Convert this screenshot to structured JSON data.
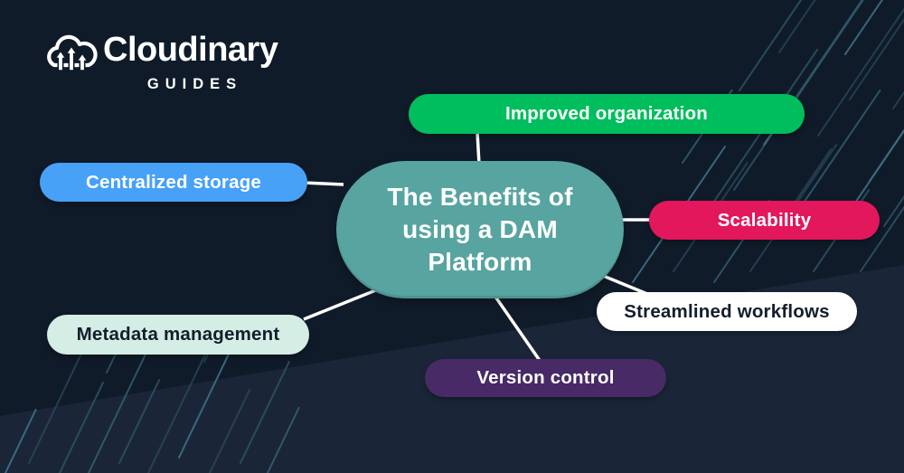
{
  "brand": {
    "name": "Cloudinary",
    "subtitle": "GUIDES",
    "logo_icon": "cloud-upload-icon"
  },
  "diagram": {
    "center": {
      "label": "The Benefits of using a DAM Platform",
      "lines": [
        "The Benefits of",
        "using a DAM",
        "Platform"
      ],
      "color": "#57a4a0",
      "text_color": "#ffffff"
    },
    "nodes": [
      {
        "id": "improved-organization",
        "label": "Improved organization",
        "color": "#00be5d",
        "text_color": "#ffffff"
      },
      {
        "id": "centralized-storage",
        "label": "Centralized storage",
        "color": "#47a1f7",
        "text_color": "#ffffff"
      },
      {
        "id": "scalability",
        "label": "Scalability",
        "color": "#e2175c",
        "text_color": "#ffffff"
      },
      {
        "id": "streamlined-workflows",
        "label": "Streamlined workflows",
        "color": "#ffffff",
        "text_color": "#131e2c"
      },
      {
        "id": "metadata-management",
        "label": "Metadata management",
        "color": "#d4ede5",
        "text_color": "#131e2c"
      },
      {
        "id": "version-control",
        "label": "Version control",
        "color": "#472a66",
        "text_color": "#ffffff"
      }
    ]
  },
  "colors": {
    "background": "#101b29",
    "background_accent": "#1a2638",
    "connector": "#ffffff",
    "rain_line": "#2c5164",
    "rain_line_bright": "#3d7187"
  }
}
